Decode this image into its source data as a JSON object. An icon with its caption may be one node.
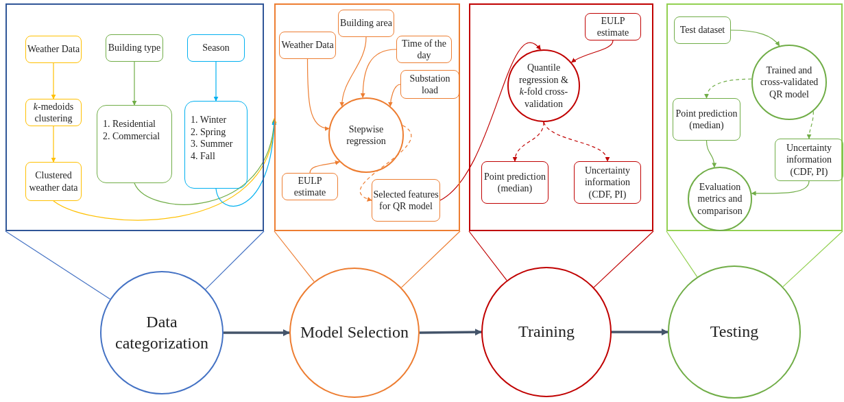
{
  "diagram": {
    "nodes": [
      {
        "text": [],
        "shape": "box"
      },
      {
        "text": [
          "Weather Data"
        ],
        "in": 0
      },
      {
        "text": [
          "Building type"
        ],
        "in": 0
      },
      {
        "text": [
          "Season"
        ],
        "in": 0
      },
      {
        "text": [
          "*k*-medoids clustering"
        ],
        "in": 0
      },
      {
        "text": [
          "1. Residential",
          "2. Commercial"
        ],
        "in": 0
      },
      {
        "text": [
          "1. Winter",
          "2. Spring",
          "3. Summer",
          "4. Fall"
        ],
        "in": 0
      },
      {
        "text": [
          "Clustered weather data"
        ],
        "in": 0
      },
      {
        "text": [],
        "shape": "box"
      },
      {
        "text": [
          "Building area"
        ],
        "in": 8
      },
      {
        "text": [
          "Weather Data"
        ],
        "in": 8
      },
      {
        "text": [
          "Time of the day"
        ],
        "in": 8
      },
      {
        "text": [
          "Substation load"
        ],
        "in": 8
      },
      {
        "text": [
          "Stepwise regression"
        ],
        "in": 8
      },
      {
        "text": [
          "EULP estimate"
        ],
        "in": 8
      },
      {
        "text": [
          "Selected features for QR model"
        ],
        "in": 8
      },
      {
        "text": [],
        "shape": "box"
      },
      {
        "text": [
          "EULP estimate"
        ],
        "in": 16
      },
      {
        "text": [
          "Quantile regression & *k*-fold cross-validation"
        ],
        "in": 16
      },
      {
        "text": [
          "Point prediction (median)"
        ],
        "in": 16
      },
      {
        "text": [
          "Uncertainty information (CDF, PI)"
        ],
        "in": 16
      },
      {
        "text": [],
        "shape": "box"
      },
      {
        "text": [
          "Test dataset"
        ],
        "in": 21
      },
      {
        "text": [
          "Trained and cross-validated QR model"
        ],
        "in": 21
      },
      {
        "text": [
          "Point prediction (median)"
        ],
        "in": 21
      },
      {
        "text": [
          "Uncertainty information (CDF, PI)"
        ],
        "in": 21
      },
      {
        "text": [
          "Evaluation metrics and comparison"
        ],
        "in": 21
      },
      {
        "text": [
          "Data categorization"
        ]
      },
      {
        "text": [
          "Model Selection"
        ]
      },
      {
        "text": [
          "Training"
        ]
      },
      {
        "text": [
          "Testing"
        ]
      }
    ],
    "edges": [
      {
        "from": 1,
        "to": 4,
        "arrow": "to",
        "color": "#ffc000"
      },
      {
        "from": 4,
        "to": 7,
        "arrow": "to",
        "color": "#ffc000"
      },
      {
        "from": 2,
        "to": 5,
        "arrow": "to",
        "color": "#70ad47"
      },
      {
        "from": 3,
        "to": 6,
        "arrow": "to",
        "color": "#00b0f0"
      },
      {
        "from": 7,
        "to": 8,
        "arrow": "to",
        "color": "#ffc000"
      },
      {
        "from": 5,
        "to": 8,
        "arrow": "to",
        "color": "#70ad47"
      },
      {
        "from": 6,
        "to": 8,
        "arrow": "to",
        "color": "#00b0f0"
      },
      {
        "from": 10,
        "to": 13,
        "arrow": "to"
      },
      {
        "from": 9,
        "to": 13,
        "arrow": "to"
      },
      {
        "from": 11,
        "to": 13,
        "arrow": "to"
      },
      {
        "from": 12,
        "to": 13,
        "arrow": "to"
      },
      {
        "from": 14,
        "to": 13,
        "arrow": "to"
      },
      {
        "from": 13,
        "to": 15,
        "arrow": "to",
        "style": "dashed"
      },
      {
        "from": 15,
        "to": 18,
        "arrow": "to",
        "color": "#c00000"
      },
      {
        "from": 17,
        "to": 18,
        "arrow": "to",
        "color": "#c00000"
      },
      {
        "from": 18,
        "to": 19,
        "arrow": "to",
        "style": "dashed",
        "color": "#c00000"
      },
      {
        "from": 18,
        "to": 20,
        "arrow": "to",
        "style": "dashed",
        "color": "#c00000"
      },
      {
        "from": 22,
        "to": 23,
        "arrow": "to",
        "color": "#70ad47"
      },
      {
        "from": 23,
        "to": 24,
        "arrow": "to",
        "style": "dashed",
        "color": "#70ad47"
      },
      {
        "from": 23,
        "to": 25,
        "arrow": "to",
        "style": "dashed",
        "color": "#70ad47"
      },
      {
        "from": 24,
        "to": 26,
        "arrow": "to",
        "color": "#70ad47"
      },
      {
        "from": 25,
        "to": 26,
        "arrow": "to",
        "color": "#70ad47"
      },
      {
        "from": 27,
        "to": 28,
        "arrow": "to",
        "style": "thick",
        "color": "#44546a"
      },
      {
        "from": 28,
        "to": 29,
        "arrow": "to",
        "style": "thick",
        "color": "#44546a"
      },
      {
        "from": 29,
        "to": 30,
        "arrow": "to",
        "style": "thick",
        "color": "#44546a"
      },
      {
        "from": 27,
        "to": 0,
        "arrow": "none",
        "color": "#4472c4"
      },
      {
        "from": 27,
        "to": 0,
        "arrow": "none",
        "color": "#4472c4"
      },
      {
        "from": 28,
        "to": 8,
        "arrow": "none"
      },
      {
        "from": 28,
        "to": 8,
        "arrow": "none"
      },
      {
        "from": 29,
        "to": 16,
        "arrow": "none",
        "color": "#c00000"
      },
      {
        "from": 29,
        "to": 16,
        "arrow": "none",
        "color": "#c00000"
      },
      {
        "from": 30,
        "to": 21,
        "arrow": "none",
        "color": "#92d050"
      },
      {
        "from": 30,
        "to": 21,
        "arrow": "none",
        "color": "#92d050"
      }
    ]
  }
}
